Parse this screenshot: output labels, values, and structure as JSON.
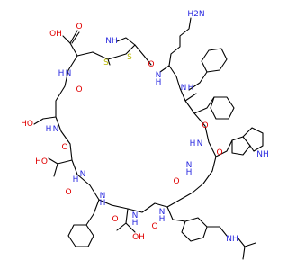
{
  "colors": {
    "background": "#ffffff",
    "bond": "#000000",
    "carbon": "#000000",
    "nitrogen": "#2a2ae0",
    "oxygen": "#e00000",
    "sulfur": "#b8b800"
  },
  "atoms": {
    "amine_n": "H2N",
    "methyl_nh": "NH",
    "s1": "S",
    "s2": "S",
    "acid_o": "O",
    "acid_oh": "OH",
    "nh_lys": "N",
    "h_lys": "H",
    "o_lys": "O",
    "nh_cys": "N",
    "h_cys": "H",
    "o_cys": "O",
    "nh_phe1": "N",
    "h_phe1": "H",
    "o_phe1": "O",
    "ho_ser": "HO",
    "nh_ser": "N",
    "h_ser": "H",
    "o_thr1": "O",
    "nh_phe2": "N",
    "h_phe2": "H",
    "o_phe2": "O",
    "nh_trp": "N",
    "h_trp": "H",
    "indole_nh": "NH",
    "ho_thr1": "HO",
    "nh_thr1": "N",
    "h_thr1": "H",
    "o_trp": "O",
    "nh_phe3": "N",
    "h_phe3": "H",
    "o_phe3": "O",
    "nh_thr2": "N",
    "h_thr2": "H",
    "o_thr2": "O",
    "oh_thr2": "OH",
    "nh_phe4": "N",
    "h_phe4": "H",
    "o_phe4": "O",
    "nh_side": "NH"
  }
}
